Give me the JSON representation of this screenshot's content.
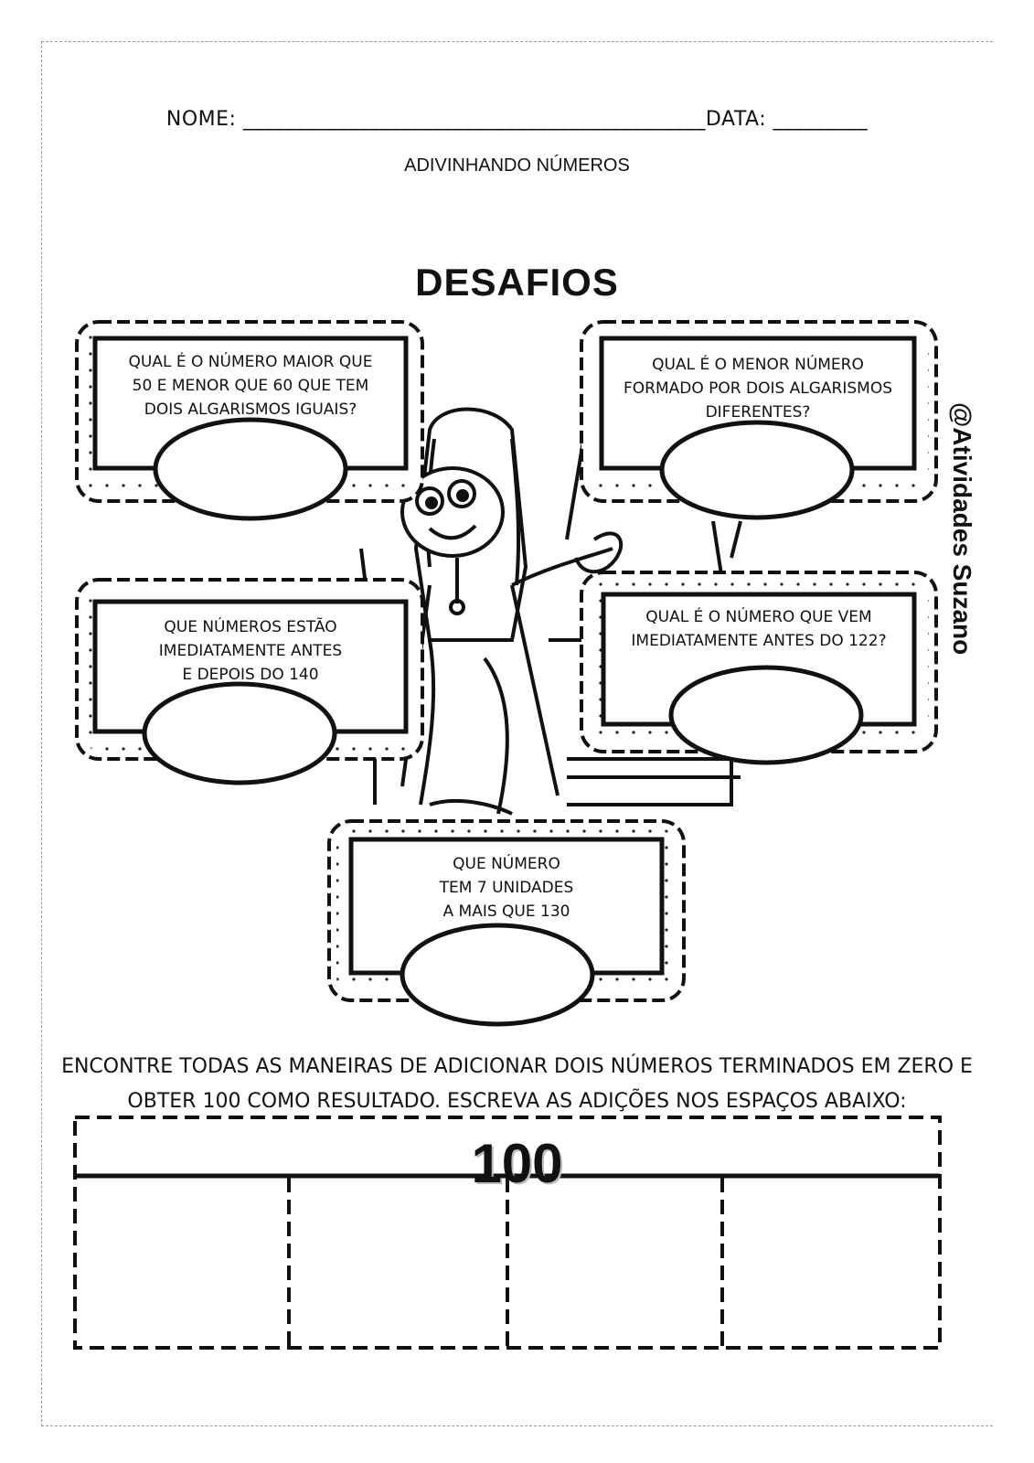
{
  "header": {
    "nome_label": "NOME: ____________________________________________DATA: _________"
  },
  "subtitle": "ADIVINHANDO NÚMEROS",
  "title": "DESAFIOS",
  "watermark": "@Atividades Suzano",
  "challenges": [
    {
      "question": "QUAL É O NÚMERO MAIOR  QUE\n50 E MENOR QUE 60 QUE TEM\nDOIS ALGARISMOS IGUAIS?"
    },
    {
      "question": "QUAL É O MENOR NÚMERO\nFORMADO POR DOIS ALGARISMOS\nDIFERENTES?"
    },
    {
      "question": "QUE NÚMEROS ESTÃO\nIMEDIATAMENTE ANTES\nE DEPOIS DO 140"
    },
    {
      "question": "QUAL É O NÚMERO QUE VEM\nIMEDIATAMENTE ANTES DO 122?"
    },
    {
      "question": "QUE NÚMERO\nTEM 7 UNIDADES\nA MAIS QUE 130"
    }
  ],
  "instructions": "ENCONTRE TODAS AS MANEIRAS DE ADICIONAR DOIS NÚMEROS TERMINADOS EM ZERO E\nOBTER 100 COMO RESULTADO. ESCREVA AS ADIÇÕES NOS ESPAÇOS ABAIXO:",
  "answer_table": {
    "header": "100",
    "columns": 4
  }
}
